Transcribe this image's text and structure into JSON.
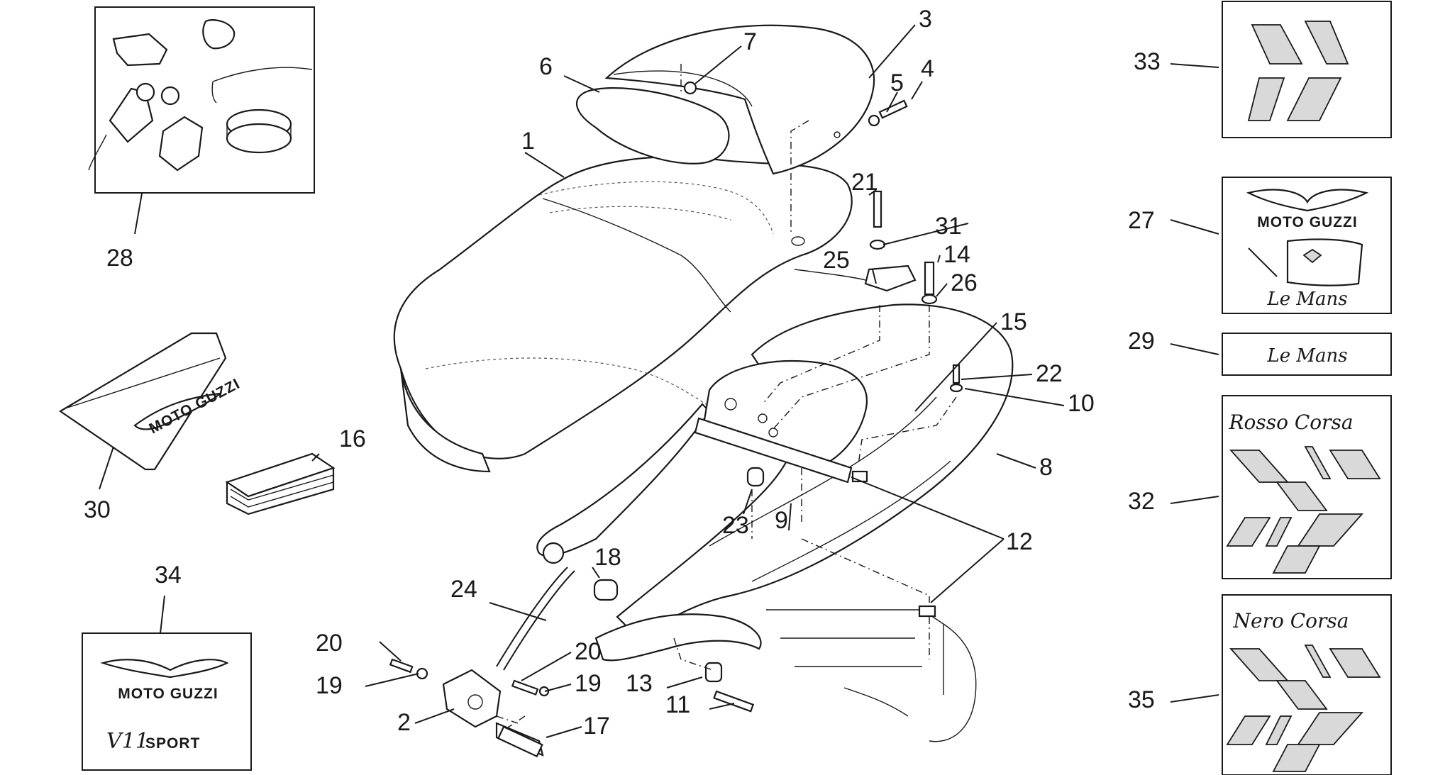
{
  "callouts": [
    {
      "id": "1",
      "label": "1"
    },
    {
      "id": "2",
      "label": "2"
    },
    {
      "id": "3",
      "label": "3"
    },
    {
      "id": "4",
      "label": "4"
    },
    {
      "id": "5",
      "label": "5"
    },
    {
      "id": "6",
      "label": "6"
    },
    {
      "id": "7",
      "label": "7"
    },
    {
      "id": "8",
      "label": "8"
    },
    {
      "id": "9",
      "label": "9"
    },
    {
      "id": "10",
      "label": "10"
    },
    {
      "id": "11",
      "label": "11"
    },
    {
      "id": "12",
      "label": "12"
    },
    {
      "id": "13",
      "label": "13"
    },
    {
      "id": "14",
      "label": "14"
    },
    {
      "id": "15",
      "label": "15"
    },
    {
      "id": "16",
      "label": "16"
    },
    {
      "id": "17",
      "label": "17"
    },
    {
      "id": "18",
      "label": "18"
    },
    {
      "id": "19a",
      "label": "19"
    },
    {
      "id": "19b",
      "label": "19"
    },
    {
      "id": "20a",
      "label": "20"
    },
    {
      "id": "20b",
      "label": "20"
    },
    {
      "id": "21",
      "label": "21"
    },
    {
      "id": "22",
      "label": "22"
    },
    {
      "id": "23",
      "label": "23"
    },
    {
      "id": "24",
      "label": "24"
    },
    {
      "id": "25",
      "label": "25"
    },
    {
      "id": "26",
      "label": "26"
    },
    {
      "id": "27",
      "label": "27"
    },
    {
      "id": "28",
      "label": "28"
    },
    {
      "id": "29",
      "label": "29"
    },
    {
      "id": "30",
      "label": "30"
    },
    {
      "id": "31",
      "label": "31"
    },
    {
      "id": "32",
      "label": "32"
    },
    {
      "id": "33",
      "label": "33"
    },
    {
      "id": "34",
      "label": "34"
    },
    {
      "id": "35",
      "label": "35"
    }
  ],
  "branding": {
    "brand_name": "MOTO GUZZI",
    "model_le_mans": "Le Mans",
    "model_rosso_corsa": "Rosso Corsa",
    "model_nero_corsa": "Nero Corsa",
    "model_v11": "V11",
    "model_sport": "SPORT"
  },
  "colors": {
    "line": "#1a1a1a",
    "decal_fill": "#d9d9d9",
    "background": "#ffffff"
  }
}
